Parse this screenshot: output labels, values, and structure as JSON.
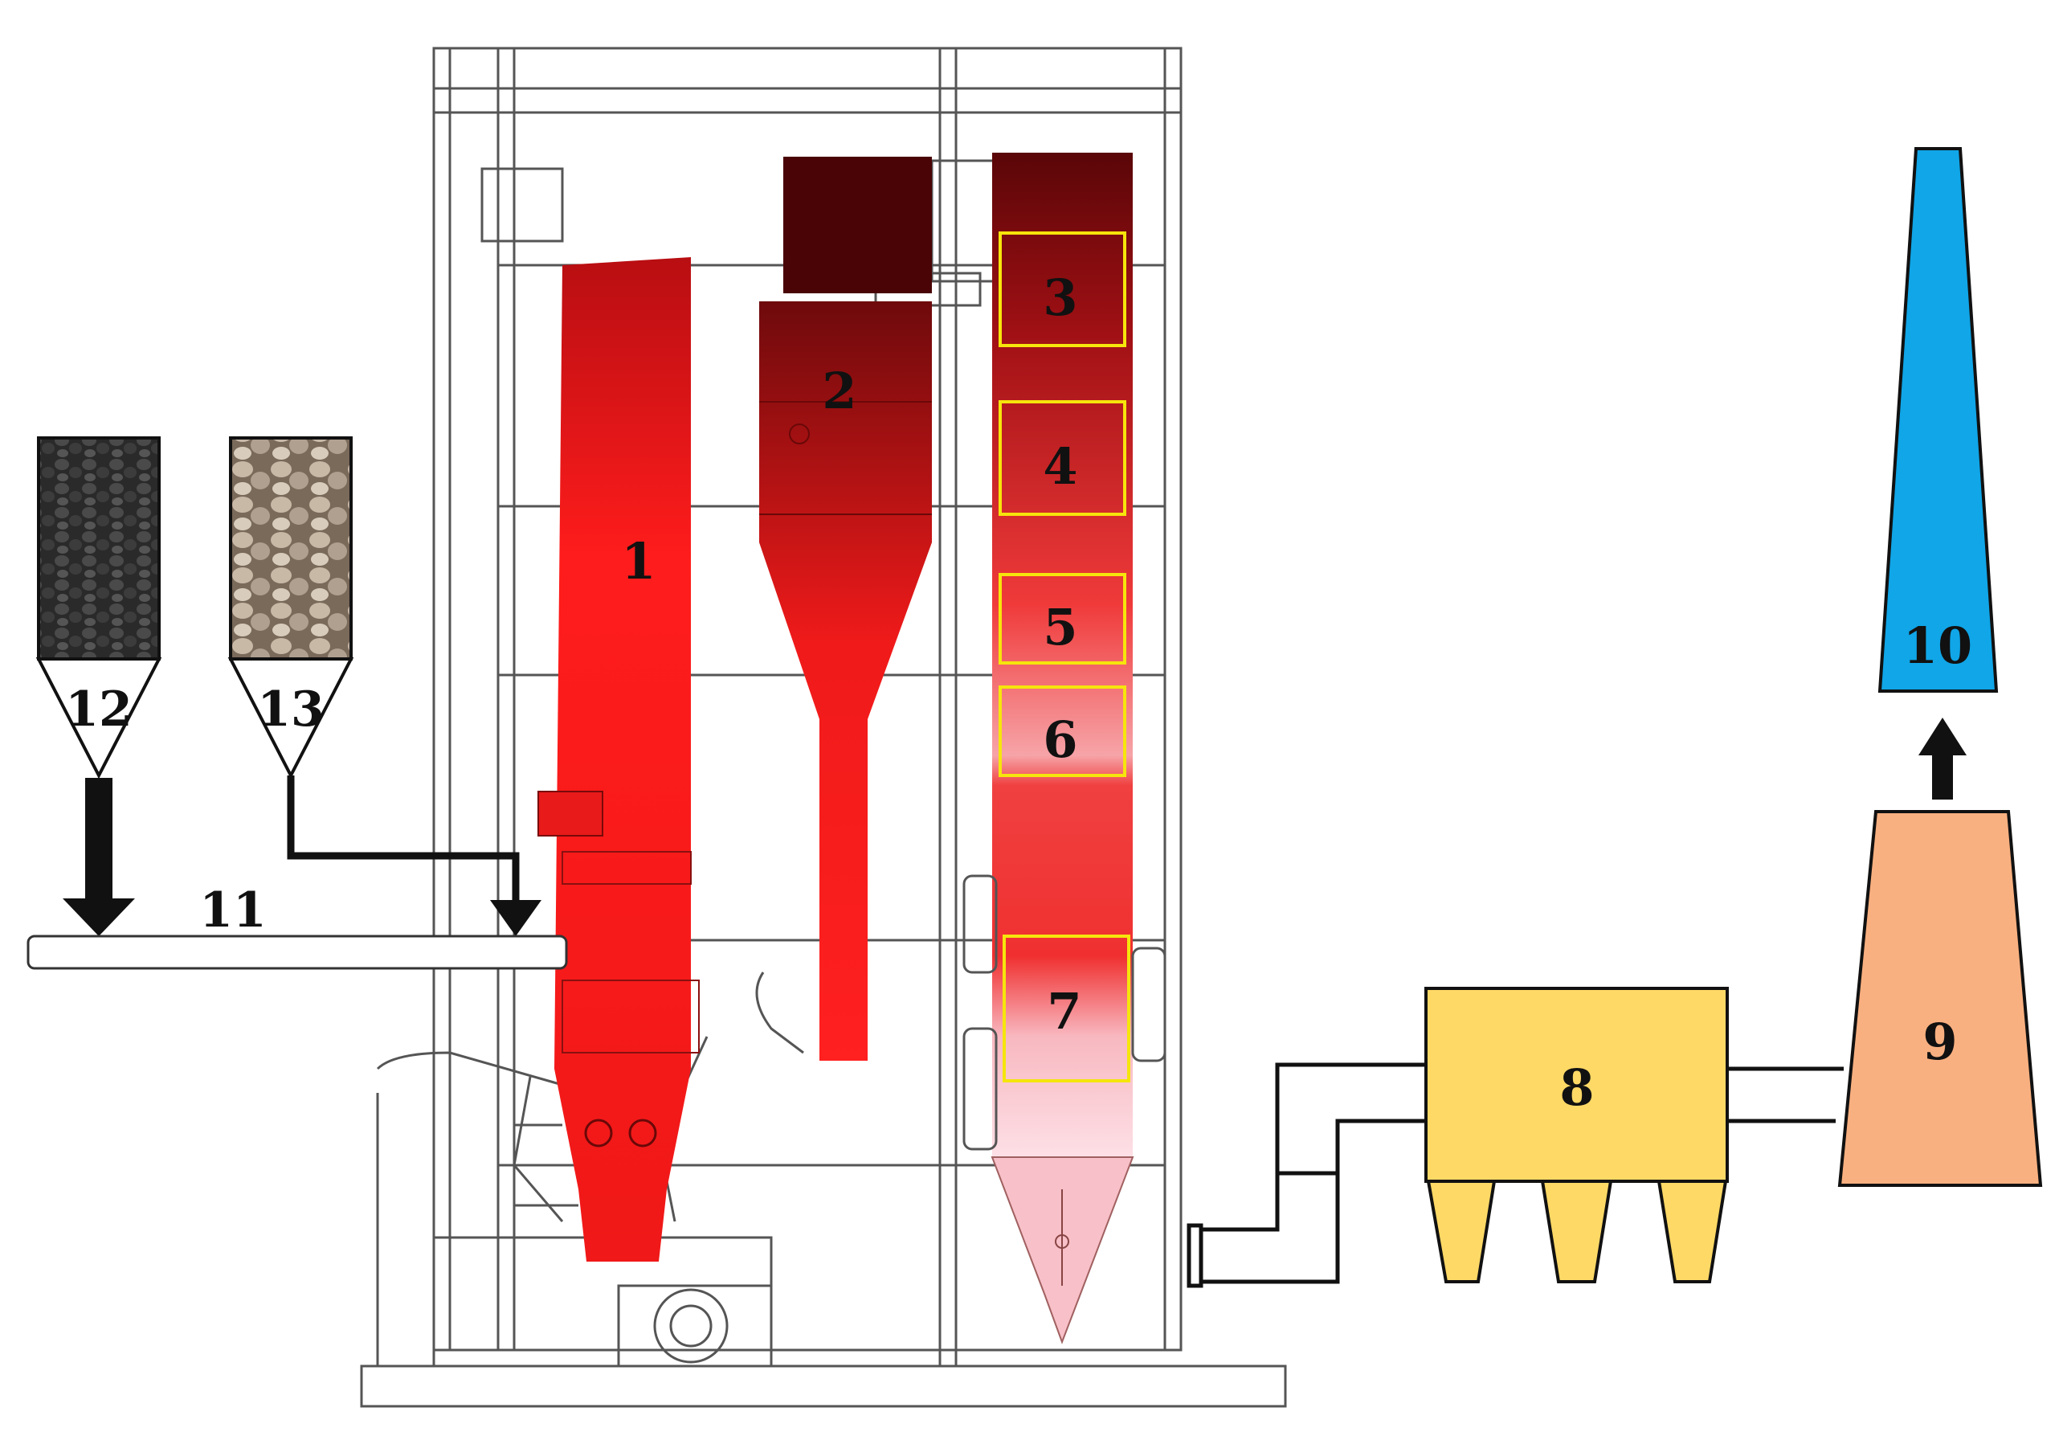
{
  "labels": {
    "furnace": "1",
    "cyclone": "2",
    "zone_3": "3",
    "zone_4": "4",
    "zone_5": "5",
    "zone_6": "6",
    "zone_7": "7",
    "dust_collector": "8",
    "fan": "9",
    "chimney": "10",
    "feed_pipe": "11",
    "hopper_a": "12",
    "hopper_b": "13"
  },
  "colors": {
    "furnace_top": "#b80e12",
    "furnace_mid": "#ff1c1c",
    "cyclone_top": "#6e0a0c",
    "backpass_top": "#5a0608",
    "backpass_bottom": "#f8b8c0",
    "zone_box": "#f6e50c",
    "dust_collector": "#ffd966",
    "fan": "#f9b080",
    "chimney": "#10a6e8",
    "structure": "#555555"
  }
}
